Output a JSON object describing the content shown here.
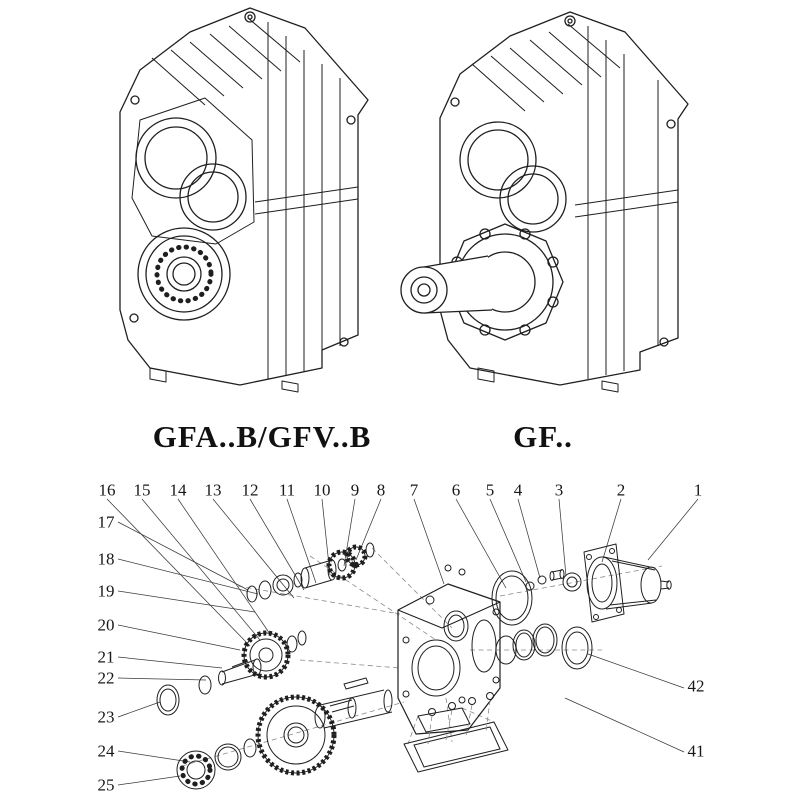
{
  "models": [
    {
      "label": "GFA..B/GFV..B"
    },
    {
      "label": "GF.."
    }
  ],
  "exploded_view": {
    "callouts_top": [
      "16",
      "15",
      "14",
      "13",
      "12",
      "11",
      "10",
      "9",
      "8",
      "7",
      "6",
      "5",
      "4",
      "3",
      "2",
      "1"
    ],
    "callouts_left": [
      "17",
      "18",
      "19",
      "20",
      "21",
      "22",
      "23",
      "24",
      "25"
    ],
    "callouts_right": [
      "42",
      "41"
    ]
  },
  "colors": {
    "line": "#1f1f1f",
    "background": "#ffffff"
  }
}
